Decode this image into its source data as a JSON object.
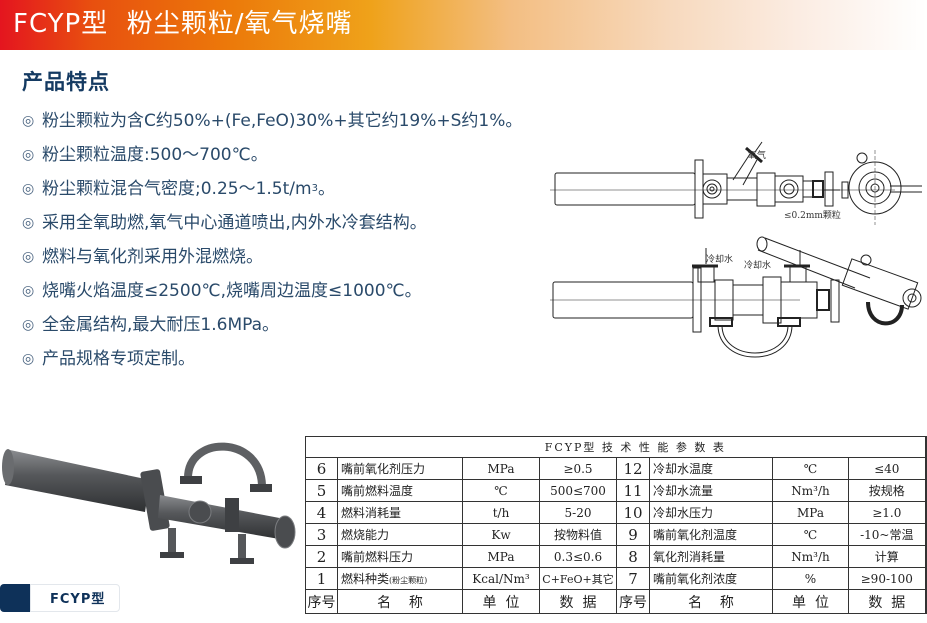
{
  "header": {
    "title": "FCYP型  粉尘颗粒/氧气烧嘴",
    "gradient_colors": [
      "#e4151f",
      "#ec7a0a",
      "#f3be82",
      "#ffffff"
    ]
  },
  "features": {
    "title": "产品特点",
    "bullet_icon": "◎",
    "items": [
      "粉尘颗粒为含C约50%+(Fe,FeO)30%+其它约19%+S约1%。",
      "粉尘颗粒温度:500～700℃。",
      "粉尘颗粒混合气密度;0.25～1.5t/m",
      "采用全氧助燃,氧气中心通道喷出,内外水冷套结构。",
      "燃料与氧化剂采用外混燃烧。",
      "烧嘴火焰温度≤2500℃,烧嘴周边温度≤1000℃。",
      "全金属结构,最大耐压1.6MPa。",
      "产品规格专项定制。"
    ],
    "item3_superscript": "3",
    "item3_suffix": "。"
  },
  "drawings": {
    "top": {
      "oxygen_label": "氧气",
      "particle_label": "≤0.2mm颗粒"
    },
    "bottom": {
      "cooling_water_in_label": "冷却水",
      "cooling_water_out_label": "冷却水"
    }
  },
  "badge": {
    "label": "FCYP型",
    "color": "#0e3159"
  },
  "spec_table": {
    "title": "FCYP型 技 术 性 能 参 数 表",
    "rows": [
      {
        "seq_l": "6",
        "name_l": "嘴前氧化剂压力",
        "unit_l": "MPa",
        "value_l": "≥0.5",
        "seq_r": "12",
        "name_r": "冷却水温度",
        "unit_r": "℃",
        "value_r": "≤40"
      },
      {
        "seq_l": "5",
        "name_l": "嘴前燃料温度",
        "unit_l": "℃",
        "value_l": "500≤700",
        "seq_r": "11",
        "name_r": "冷却水流量",
        "unit_r": "Nm³/h",
        "value_r": "按规格"
      },
      {
        "seq_l": "4",
        "name_l": "燃料消耗量",
        "unit_l": "t/h",
        "value_l": "5-20",
        "seq_r": "10",
        "name_r": "冷却水压力",
        "unit_r": "MPa",
        "value_r": "≥1.0"
      },
      {
        "seq_l": "3",
        "name_l": "燃烧能力",
        "unit_l": "Kw",
        "value_l": "按物料值",
        "seq_r": "9",
        "name_r": "嘴前氧化剂温度",
        "unit_r": "℃",
        "value_r": "-10~常温"
      },
      {
        "seq_l": "2",
        "name_l": "嘴前燃料压力",
        "unit_l": "MPa",
        "value_l": "0.3≤0.6",
        "seq_r": "8",
        "name_r": "氧化剂消耗量",
        "unit_r": "Nm³/h",
        "value_r": "计算"
      },
      {
        "seq_l": "1",
        "name_l": "燃料种类",
        "name_l_note": "(粉尘颗粒)",
        "unit_l": "Kcal/Nm³",
        "value_l": "C+FeO+其它",
        "seq_r": "7",
        "name_r": "嘴前氧化剂浓度",
        "unit_r": "%",
        "value_r": "≥90-100"
      }
    ],
    "headers": {
      "seq": "序号",
      "name": "名    称",
      "unit": "单  位",
      "value": "数  据"
    }
  }
}
